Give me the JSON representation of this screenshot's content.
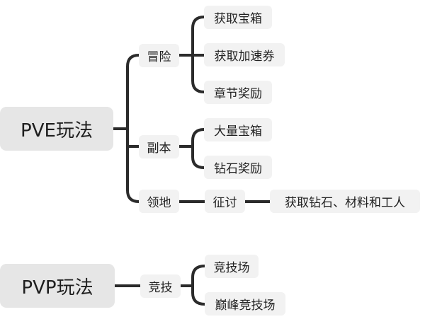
{
  "tree": [
    {
      "label": "PVE玩法",
      "children": [
        {
          "label": "冒险",
          "children": [
            {
              "label": "获取宝箱"
            },
            {
              "label": "获取加速券"
            },
            {
              "label": "章节奖励"
            }
          ]
        },
        {
          "label": "副本",
          "children": [
            {
              "label": "大量宝箱"
            },
            {
              "label": "钻石奖励"
            }
          ]
        },
        {
          "label": "领地",
          "children": [
            {
              "label": "征讨",
              "children": [
                {
                  "label": "获取钻石、材料和工人"
                }
              ]
            }
          ]
        }
      ]
    },
    {
      "label": "PVP玩法",
      "children": [
        {
          "label": "竞技",
          "children": [
            {
              "label": "竞技场"
            },
            {
              "label": "巅峰竞技场"
            }
          ]
        }
      ]
    }
  ],
  "colors": {
    "connector": "#2b2b2b",
    "node_fill": "#f2f2f2",
    "root_fill": "#e6e6e6",
    "text": "#222222"
  }
}
